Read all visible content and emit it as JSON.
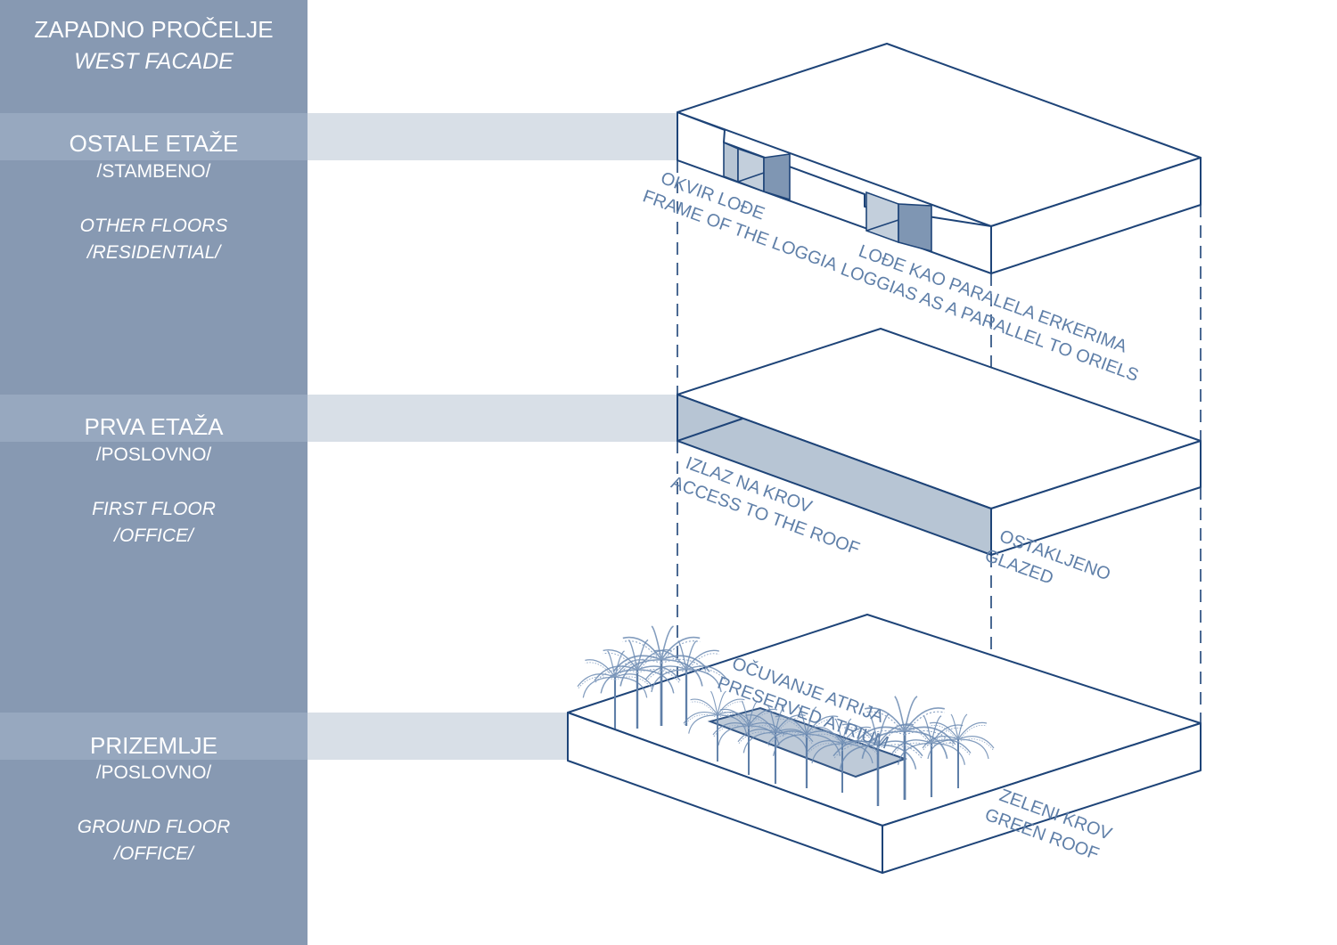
{
  "sidebar": {
    "title": "ZAPADNO PROČELJE",
    "subtitle": "WEST FACADE",
    "sections": [
      {
        "name": "OSTALE ETAŽE",
        "use": "/STAMBENO/",
        "name_en": "OTHER FLOORS",
        "use_en": "/RESIDENTIAL/"
      },
      {
        "name": "PRVA ETAŽA",
        "use": "/POSLOVNO/",
        "name_en": "FIRST FLOOR",
        "use_en": "/OFFICE/"
      },
      {
        "name": "PRIZEMLJE",
        "use": "/POSLOVNO/",
        "name_en": "GROUND FLOOR",
        "use_en": "/OFFICE/"
      }
    ]
  },
  "annotations": {
    "loggia_frame": {
      "hr": "OKVIR LOĐE",
      "en": "FRAME OF THE LOGGIA"
    },
    "loggias_oriels": {
      "hr": "LOĐE KAO PARALELA ERKERIMA",
      "en": "LOGGIAS AS A PARALLEL TO ORIELS"
    },
    "roof_access": {
      "hr": "IZLAZ NA KROV",
      "en": "ACCESS TO THE ROOF"
    },
    "glazed": {
      "hr": "OSTAKLJENO",
      "en": "GLAZED"
    },
    "atrium": {
      "hr": "OČUVANJE ATRIJA",
      "en": "PRESERVED ATRIUM"
    },
    "green_roof": {
      "hr": "ZELENI KROV",
      "en": "GREEN ROOF"
    }
  },
  "colors": {
    "sidebar": "#8799b2",
    "band_sidebar": "#97a8bf",
    "band_extension": "#d8dfe7",
    "line": "#1e4478",
    "label": "#5f7fa8",
    "glass_light": "#b7c5d4",
    "glass_dark": "#7f96b3"
  }
}
